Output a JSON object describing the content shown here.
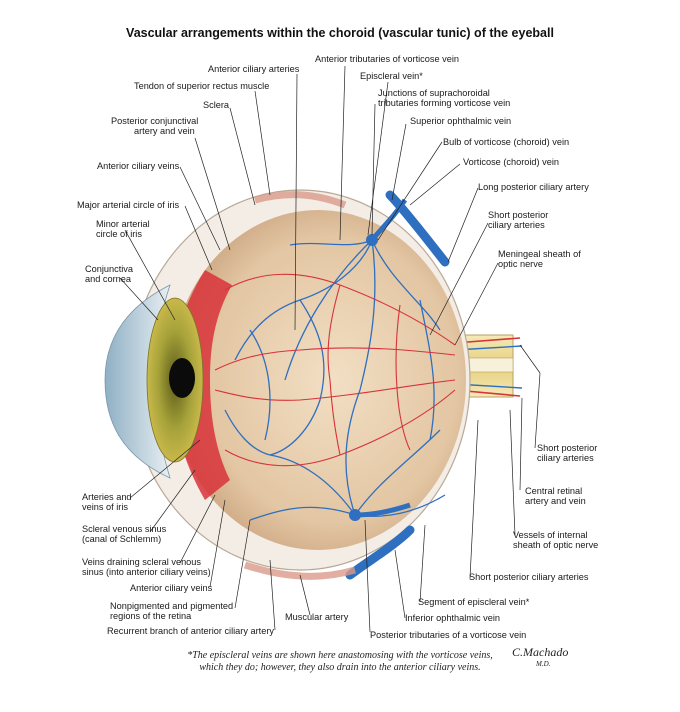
{
  "title": "Vascular arrangements within the choroid (vascular tunic) of the eyeball",
  "labels": {
    "anterior_tributaries_vorticose": "Anterior tributaries of vorticose vein",
    "anterior_ciliary_arteries_top": "Anterior ciliary arteries",
    "episcleral_vein": "Episcleral vein*",
    "tendon_superior_rectus": "Tendon of superior rectus muscle",
    "junctions_1": "Junctions of suprachoroidal",
    "junctions_2": "tributaries forming vorticose vein",
    "sclera": "Sclera",
    "superior_ophthalmic_vein": "Superior ophthalmic vein",
    "post_conj_1": "Posterior conjunctival",
    "post_conj_2": "artery and vein",
    "bulb_vorticose": "Bulb of vorticose (choroid) vein",
    "vorticose_choroid_vein": "Vorticose (choroid) vein",
    "anterior_ciliary_veins_top": "Anterior ciliary veins",
    "long_posterior_ciliary": "Long posterior ciliary artery",
    "major_arterial_circle": "Major arterial circle of iris",
    "short_post_1": "Short posterior",
    "short_post_2": "ciliary arteries",
    "minor_arterial_1": "Minor arterial",
    "minor_arterial_2": "circle of iris",
    "meningeal_1": "Meningeal sheath of",
    "meningeal_2": "optic nerve",
    "conj_cornea_1": "Conjunctiva",
    "conj_cornea_2": "and cornea",
    "short_post_right_1": "Short posterior",
    "short_post_right_2": "ciliary arteries",
    "arteries_veins_iris_1": "Arteries and",
    "arteries_veins_iris_2": "veins of iris",
    "central_retinal_1": "Central retinal",
    "central_retinal_2": "artery and vein",
    "scleral_sinus_1": "Scleral venous sinus",
    "scleral_sinus_2": "(canal of Schlemm)",
    "vessels_internal_1": "Vessels of internal",
    "vessels_internal_2": "sheath of optic nerve",
    "veins_draining_1": "Veins draining scleral venous",
    "veins_draining_2": "sinus (into anterior ciliary veins)",
    "short_post_bottom": "Short posterior ciliary arteries",
    "anterior_ciliary_veins_bottom": "Anterior ciliary veins",
    "segment_episcleral": "Segment of episcleral vein*",
    "nonpigmented_1": "Nonpigmented and pigmented",
    "nonpigmented_2": "regions of the retina",
    "muscular_artery": "Muscular artery",
    "inferior_ophthalmic": "Inferior ophthalmic vein",
    "recurrent_branch": "Recurrent branch of anterior ciliary artery",
    "posterior_tributaries": "Posterior tributaries of a vorticose vein"
  },
  "footnote_line1": "*The episcleral veins are shown here anastomosing with the vorticose veins,",
  "footnote_line2": "which they do; however, they also drain into the anterior ciliary veins.",
  "signature": "C.Machado",
  "signature_sub": "M.D.",
  "colors": {
    "artery": "#d8323a",
    "vein": "#2f6fbf",
    "choroid": "#e8d2b4",
    "sclera": "#f3ede6",
    "iris": "#9a9a2a",
    "cornea": "#cfe0ea"
  }
}
